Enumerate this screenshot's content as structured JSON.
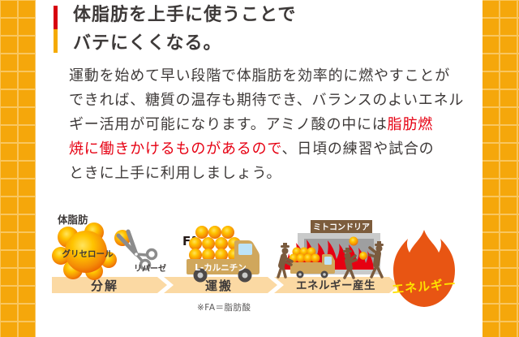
{
  "card": {
    "title": {
      "line1": "体脂肪を上手に使うことで",
      "line2": "バテにくくなる。"
    },
    "paragraph": {
      "line1": "運動を始めて早い段階で体脂肪を効率的に燃やすことが",
      "line2": "できれば、糖質の温存も期待でき、バランスのよいエネル",
      "line3_normal": "ギー活用が可能になります。アミノ酸の中には",
      "line3_red": "脂肪燃",
      "line4_red": "焼に働きかけるものがあるので",
      "line4_normal": "、日頃の練習や試合の",
      "line5": "ときに上手に利用しましょう。"
    }
  },
  "diagram": {
    "fat_label": "体脂肪",
    "glycerol_label": "グリセロール",
    "lipase_label": "リパーゼ",
    "fa_label": "FA",
    "carnitine_label": "L-カルニチン",
    "mitochondria_label": "ミトコンドリア",
    "step1_label": "分解",
    "step2_label": "運搬",
    "step3_label": "エネルギー産生",
    "energy_label": "エネルギー",
    "footnote": "※FA＝脂肪酸"
  },
  "colors": {
    "background_orange": "#F5A70B",
    "grid_line": "#F9C65F",
    "marker_red": "#D7000F",
    "marker_yellow": "#F5AA00",
    "text_dark": "#3E3A39",
    "highlight_red": "#E60012",
    "arrow_band": "#FBD9A3",
    "flame_orange": "#E85513",
    "energy_text_yellow": "#FFE100",
    "truck_tan": "#D0A75C",
    "window_blue": "#BDE3F7",
    "worker_brown": "#7A5B3E",
    "furnace_gray": "#9E9FA0",
    "furnace_frame_gray": "#C9CACA",
    "fire_red": "#E60012",
    "sign_brown": "#7C5C3C",
    "scissors_gray": "#8C8C8C"
  }
}
